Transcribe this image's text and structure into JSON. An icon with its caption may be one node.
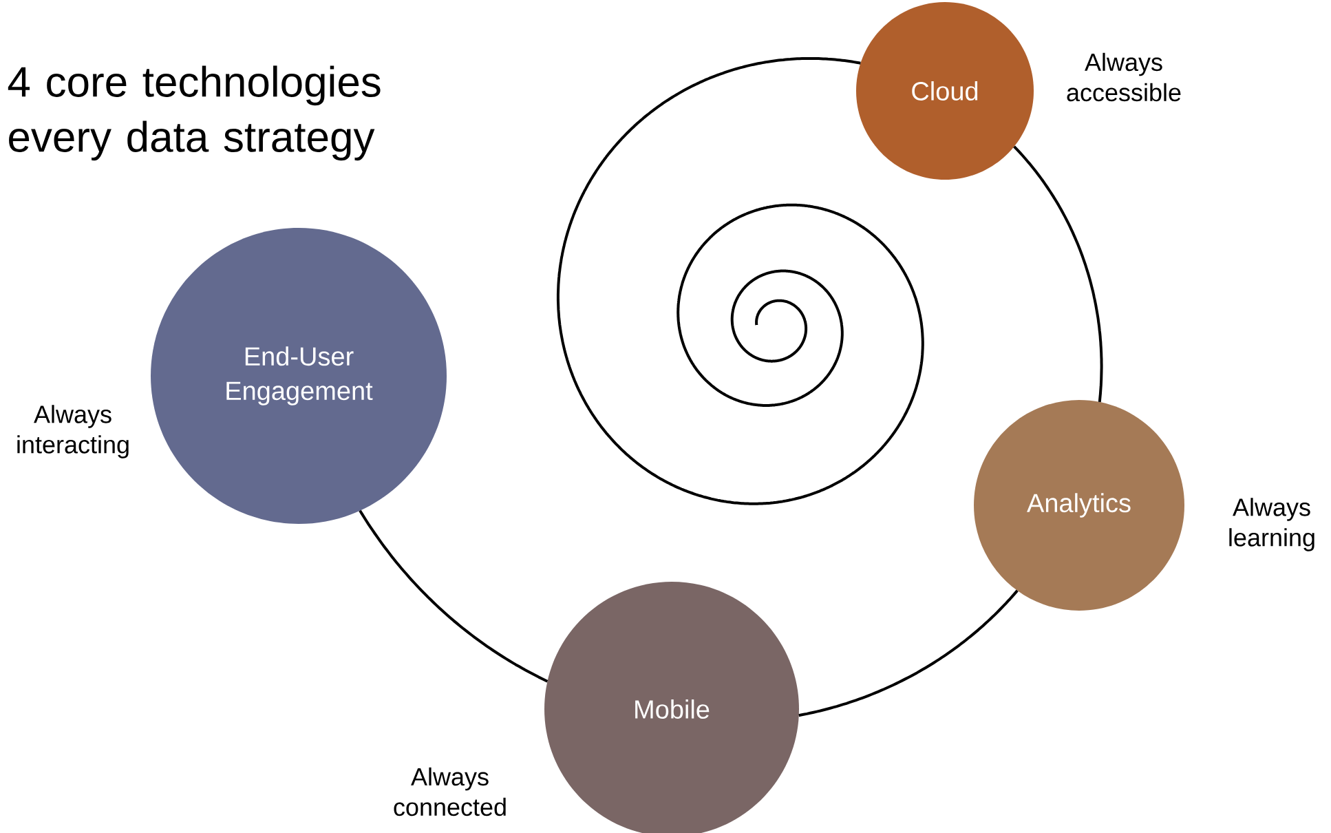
{
  "diagram": {
    "title": "4 core technologies every data strategy",
    "nodes": [
      {
        "text": [
          "Cloud"
        ],
        "beside": [
          "Always accessible"
        ]
      },
      {
        "text": [
          "Analytics"
        ],
        "beside": [
          "Always learning"
        ]
      },
      {
        "text": [
          "Mobile"
        ],
        "beside": [
          "Always connected"
        ]
      },
      {
        "text": [
          "End-User Engagement"
        ],
        "beside": [
          "Always interacting"
        ]
      }
    ],
    "edges": [
      {
        "from": null,
        "to": 0,
        "arrow": "none"
      },
      {
        "from": 0,
        "to": 1,
        "arrow": "none"
      },
      {
        "from": 1,
        "to": 2,
        "arrow": "none"
      },
      {
        "from": 2,
        "to": 3,
        "arrow": "none"
      }
    ]
  }
}
